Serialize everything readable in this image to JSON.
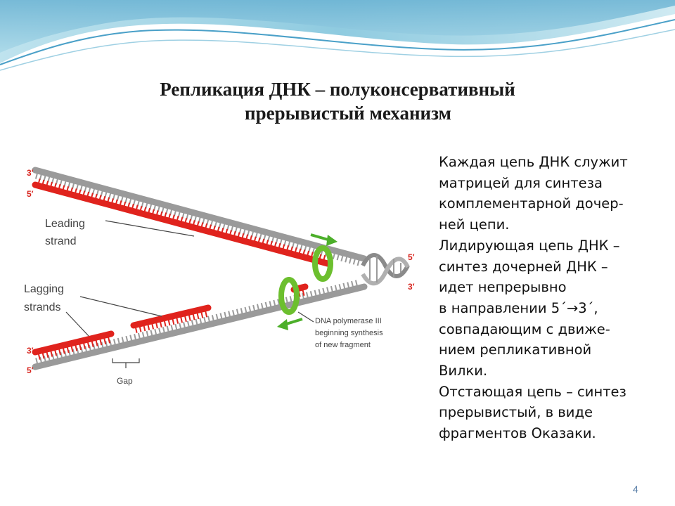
{
  "slide": {
    "title_line1": "Репликация ДНК – полуконсервативный",
    "title_line2": "прерывистый механизм",
    "page_number": "4"
  },
  "diagram": {
    "label_leading": [
      "Leading",
      "strand"
    ],
    "label_lagging": [
      "Lagging",
      "strands"
    ],
    "label_polymerase": [
      "DNA polymerase III",
      "beginning synthesis",
      "of new fragment"
    ],
    "label_gap": "Gap",
    "end_3_top": "3′",
    "end_5_top": "5′",
    "end_3_bottom": "3′",
    "end_5_bottom": "5′",
    "end_5_right": "5′",
    "end_3_right": "3′",
    "colors": {
      "template_strand": "#9a9a9a",
      "new_strand": "#e0231d",
      "polymerase": "#6cbf2e",
      "arrow": "#4caf2a",
      "end_label": "#d8261f"
    }
  },
  "description": {
    "lines": [
      "  Каждая цепь ДНК служит",
      "матрицей для синтеза",
      "комплементарной дочер-",
      "ней цепи.",
      "Лидирующая цепь ДНК –",
      "синтез дочерней ДНК –",
      "идет непрерывно",
      "в направлении 5´→3´,",
      "совпадающим с движе-",
      "нием репликативной",
      "Вилки.",
      "Отстающая цепь – синтез",
      "прерывистый, в виде",
      "фрагментов Оказаки."
    ]
  }
}
